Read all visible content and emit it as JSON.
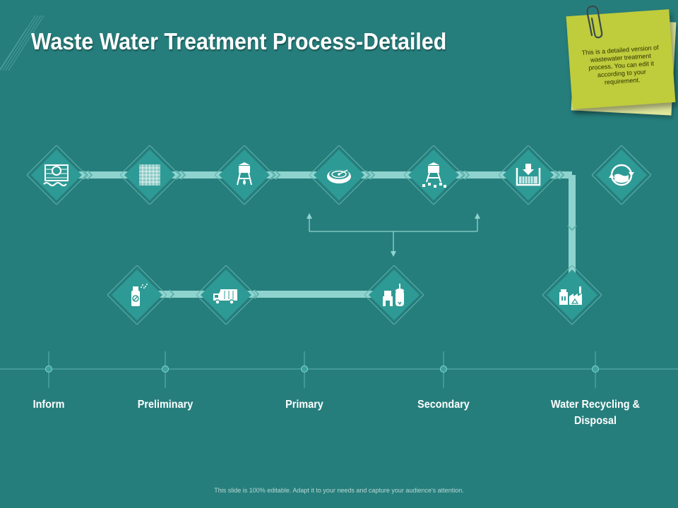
{
  "title": "Waste Water Treatment Process-Detailed",
  "note": "This is a detailed version of wastewater treatment process. You can edit it according to your requirement.",
  "stages": [
    {
      "label": "Inform"
    },
    {
      "label": "Preliminary"
    },
    {
      "label": "Primary"
    },
    {
      "label": "Secondary"
    },
    {
      "label": "Water Recycling &",
      "label2": "Disposal"
    }
  ],
  "footer": "This slide is 100% editable. Adapt it to your needs and capture your audience's attention.",
  "icons": [
    "intake-screen-icon",
    "grid-filter-icon",
    "water-tower-drop-icon",
    "clarifier-tank-icon",
    "water-tower-bubbles-icon",
    "sedimentation-tank-icon",
    "recycle-water-icon",
    "factory-disposal-icon",
    "sludge-treatment-plant-icon",
    "garbage-truck-icon",
    "spray-can-icon"
  ],
  "colors": {
    "background": "#267e7c",
    "connector": "#8fd3cf",
    "node": "#2e9a95",
    "note": "#bfcc3c"
  }
}
